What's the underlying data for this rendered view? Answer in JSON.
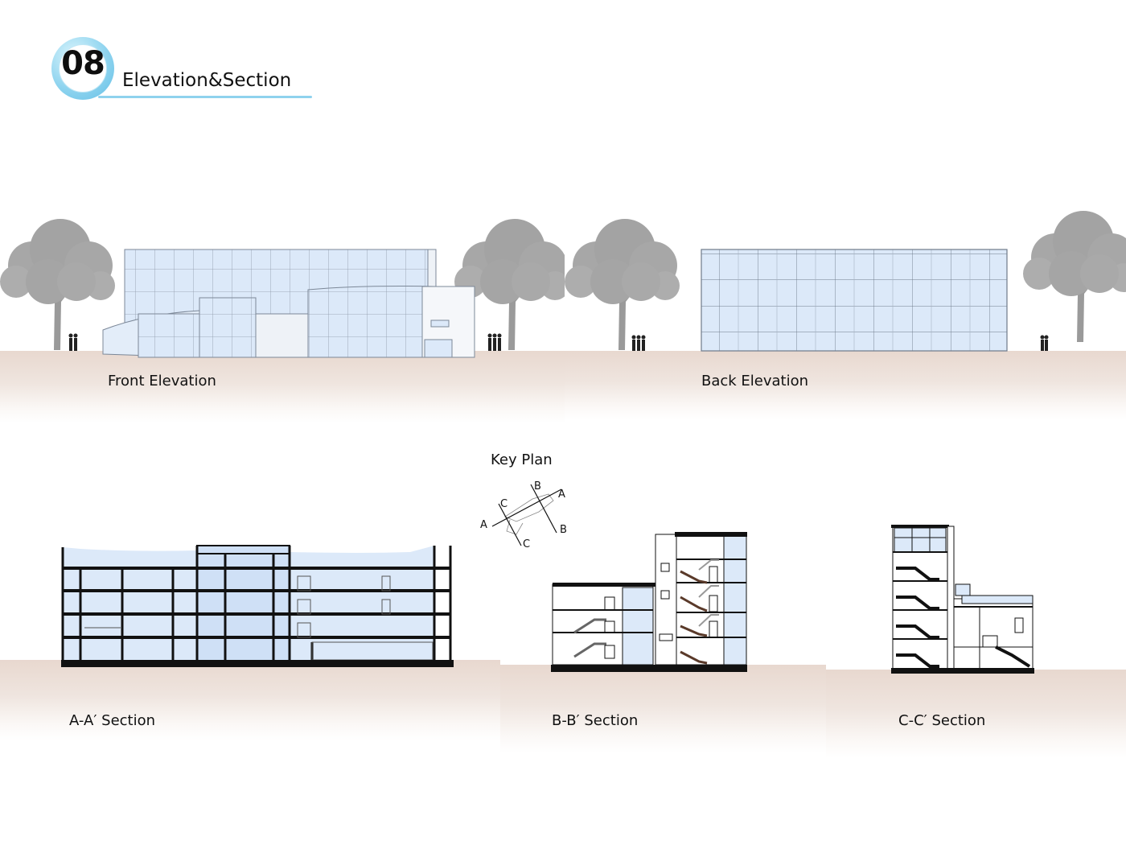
{
  "header": {
    "number": "08",
    "title": "Elevation&Section"
  },
  "drawings": {
    "front_elevation": "Front Elevation",
    "back_elevation": "Back Elevation",
    "key_plan": {
      "title": "Key Plan",
      "markers": {
        "a": "A",
        "b": "B",
        "c": "C"
      }
    },
    "section_aa": "A-A′ Section",
    "section_bb": "B-B′ Section",
    "section_cc": "C-C′ Section"
  },
  "colors": {
    "accent": "#8fd2ee",
    "glass": "#dce9f9",
    "tree": "#a3a3a3",
    "ground": "#e8d8cf"
  }
}
